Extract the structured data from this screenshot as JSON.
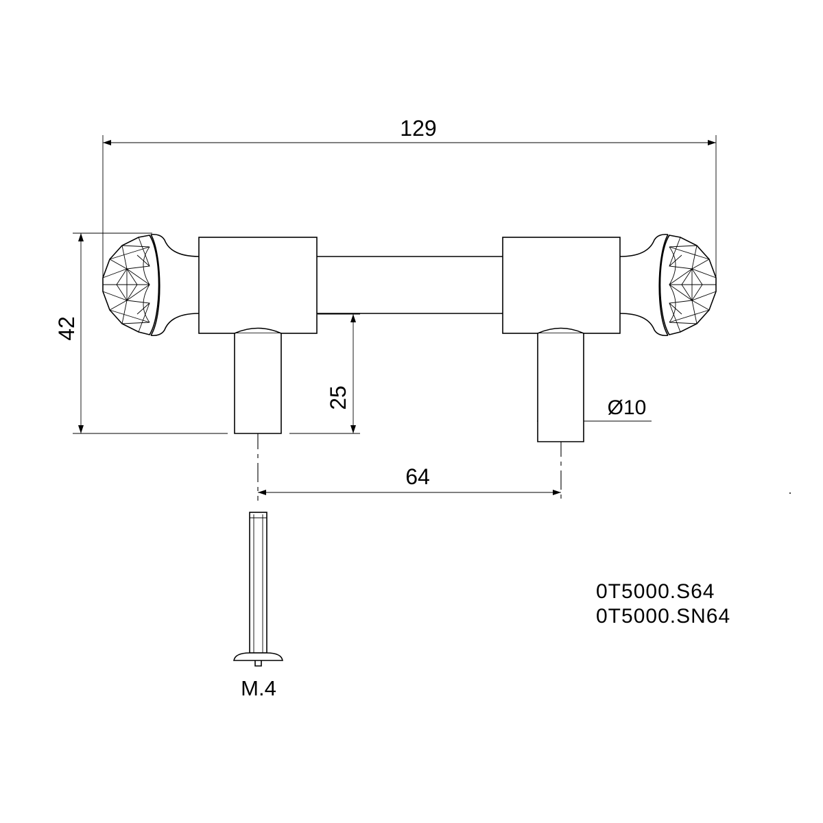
{
  "dimensions": {
    "overall_length": "129",
    "overall_height": "42",
    "stem_height": "25",
    "hole_spacing": "64",
    "stem_diameter": "Ø10"
  },
  "screw": {
    "label": "M.4"
  },
  "product_codes": [
    "0T5000.S64",
    "0T5000.SN64"
  ]
}
